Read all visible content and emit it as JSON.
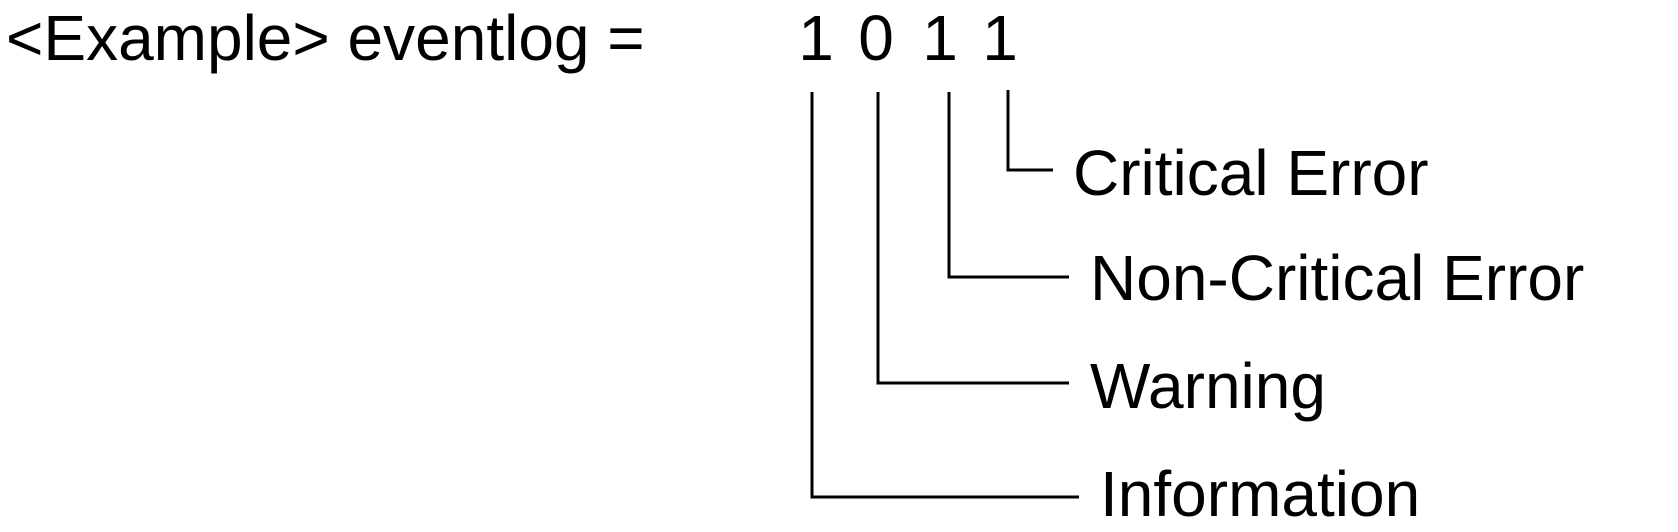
{
  "header": {
    "prefix": "<Example> eventlog =",
    "bits": [
      "1",
      "0",
      "1",
      "1"
    ]
  },
  "labels": {
    "critical_error": "Critical Error",
    "non_critical_error": "Non-Critical Error",
    "warning": "Warning",
    "information": "Information"
  },
  "colors": {
    "line": "#000000",
    "text": "#000000",
    "background": "#ffffff"
  }
}
